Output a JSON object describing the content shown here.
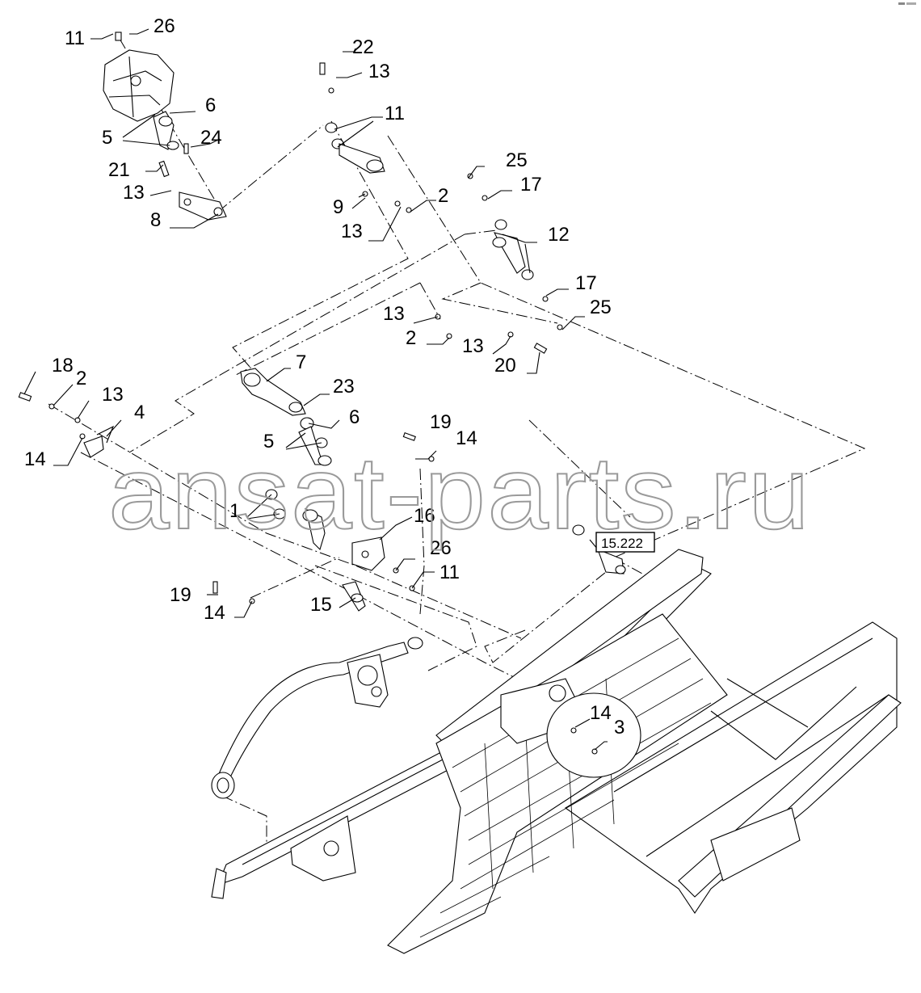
{
  "callouts": {
    "c1": "11",
    "c2": "26",
    "c3": "22",
    "c4": "13",
    "c5": "11",
    "c6": "6",
    "c7": "5",
    "c8": "24",
    "c9": "25",
    "c10": "21",
    "c11": "13",
    "c12": "17",
    "c13": "2",
    "c14": "9",
    "c15": "13",
    "c16": "8",
    "c17": "12",
    "c18": "17",
    "c19": "25",
    "c20": "13",
    "c21": "2",
    "c22": "13",
    "c23": "20",
    "c24": "7",
    "c25": "18",
    "c26": "2",
    "c27": "13",
    "c28": "23",
    "c29": "4",
    "c30": "6",
    "c31": "5",
    "c32": "19",
    "c33": "14",
    "c34": "14",
    "c35": "1",
    "c36": "16",
    "c37": "26",
    "c38": "11",
    "c39": "19",
    "c40": "14",
    "c41": "15",
    "c42": "14",
    "c43": "3"
  },
  "reference_box": "15.222",
  "watermark": "ansat-parts.ru"
}
